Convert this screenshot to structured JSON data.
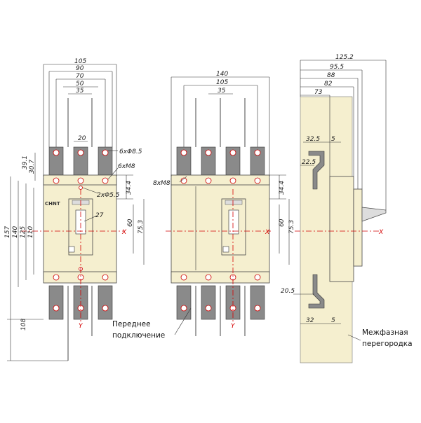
{
  "dimensions": {
    "front3_top": [
      "105",
      "90",
      "70",
      "50",
      "35"
    ],
    "front3_pitch": "20",
    "front3_hole": "6xΦ8.5",
    "front3_screw": "6xM8",
    "front3_mount": "2xΦ5.5",
    "front3_left": [
      "39.1",
      "30.7"
    ],
    "front3_height": [
      "157",
      "140",
      "125",
      "110"
    ],
    "front3_right": [
      "34.4",
      "60",
      "75.3"
    ],
    "front3_handle": "27",
    "front3_bottom": "108",
    "front4_top": [
      "140",
      "105",
      "35"
    ],
    "front4_screw": "8xM8",
    "front4_right": [
      "34.4",
      "60",
      "75.3"
    ],
    "side_top": [
      "125.2",
      "95.5",
      "88",
      "82",
      "73"
    ],
    "side_upper": [
      "32.5",
      "5",
      "22.5"
    ],
    "side_lower": [
      "20.5",
      "32",
      "5"
    ]
  },
  "axes": {
    "x": "X",
    "y": "Y"
  },
  "brand": "CHNT",
  "labels": {
    "front_connection_line1": "Переднее",
    "front_connection_line2": "подключение",
    "phase_barrier_line1": "Межфазная",
    "phase_barrier_line2": "перегородка"
  },
  "colors": {
    "body": "#f5efcf",
    "terminal": "#8a8a8a",
    "axis": "#d40000",
    "barrier": "#f5efcf"
  }
}
